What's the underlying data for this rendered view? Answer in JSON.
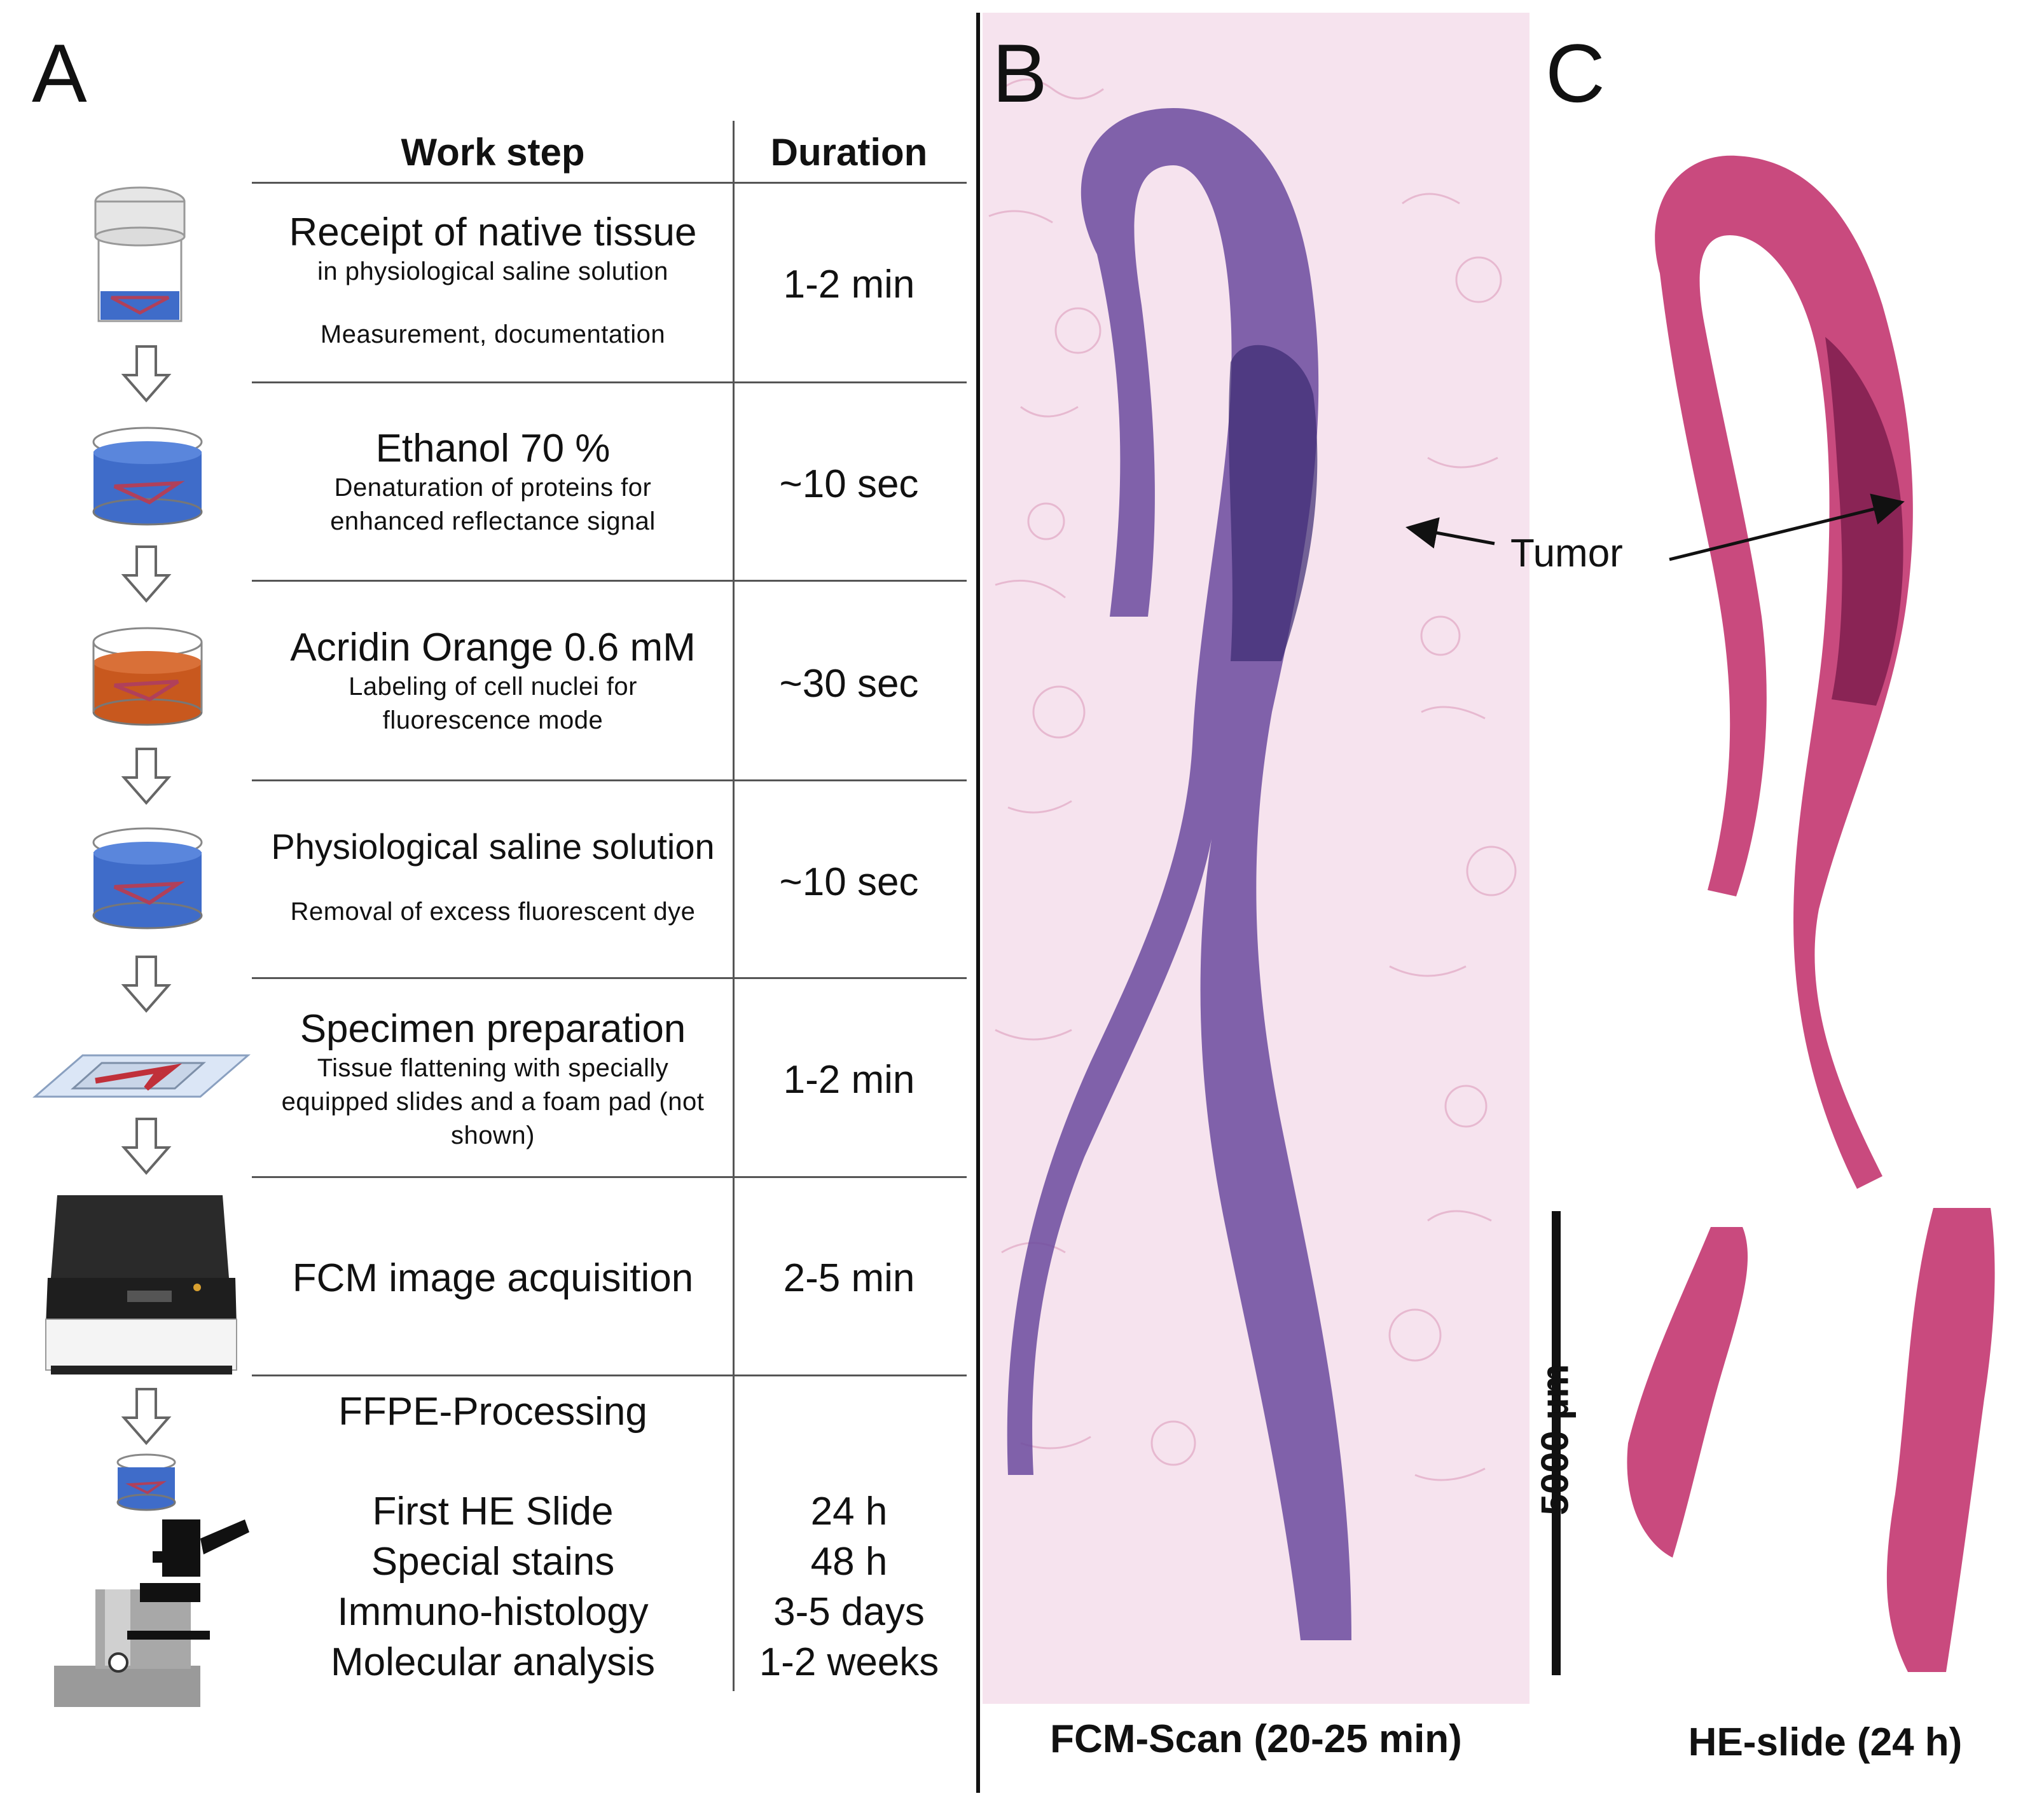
{
  "panels": {
    "a": "A",
    "b": "B",
    "c": "C"
  },
  "table": {
    "header_step": "Work step",
    "header_duration": "Duration",
    "rows": [
      {
        "title": "Receipt of native tissue",
        "sub1": "in physiological saline solution",
        "sub2": "Measurement, documentation",
        "duration": "1-2 min"
      },
      {
        "title": "Ethanol 70 %",
        "sub1": "Denaturation of proteins for",
        "sub2": "enhanced reflectance signal",
        "duration": "~10 sec"
      },
      {
        "title": "Acridin Orange 0.6 mM",
        "sub1": "Labeling of cell nuclei for",
        "sub2": "fluorescence mode",
        "duration": "~30 sec"
      },
      {
        "title": "Physiological saline solution",
        "sub1": "Removal of excess fluorescent dye",
        "duration": "~10 sec"
      },
      {
        "title": "Specimen preparation",
        "sub1": "Tissue flattening with specially",
        "sub2": "equipped slides and a foam pad (not",
        "sub3": "shown)",
        "duration": "1-2 min"
      },
      {
        "title": "FCM image acquisition",
        "duration": "2-5 min"
      }
    ],
    "ffpe_title": "FFPE-Processing",
    "ffpe_steps": [
      {
        "label": "First HE Slide",
        "duration": "24 h"
      },
      {
        "label": "Special stains",
        "duration": "48 h"
      },
      {
        "label": "Immuno-histology",
        "duration": "3-5 days"
      },
      {
        "label": "Molecular analysis",
        "duration": "1-2 weeks"
      }
    ]
  },
  "annotations": {
    "tumor_label": "Tumor",
    "scale_bar_label": "5000 µm"
  },
  "captions": {
    "fcm": "FCM-Scan (20-25 min)",
    "he": "HE-slide (24 h)"
  },
  "colors": {
    "fcm_background": "#f6e3ee",
    "fcm_tissue": "#6b4a9e",
    "he_tissue": "#c94a7e",
    "he_tumor": "#8a2455",
    "saline_blue": "#3f6cc9",
    "acridin_orange": "#c8581e"
  }
}
